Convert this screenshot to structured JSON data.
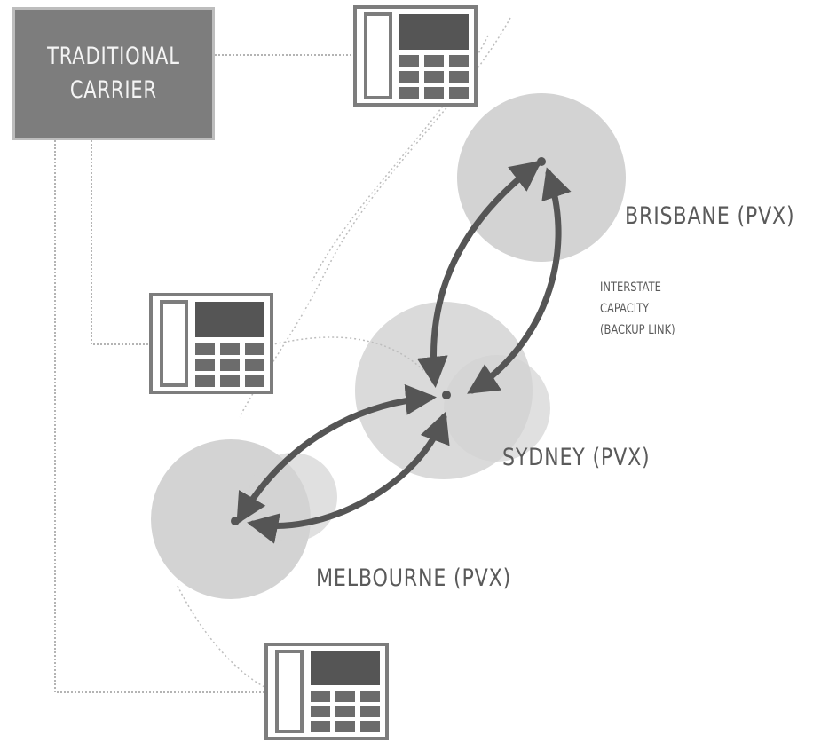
{
  "carrier": {
    "line1": "TRADITIONAL",
    "line2": "CARRIER"
  },
  "nodes": {
    "brisbane": "BRISBANE (PVX)",
    "sydney": "SYDNEY (PVX)",
    "melbourne": "MELBOURNE (PVX)"
  },
  "interstate_label": {
    "line1": "INTERSTATE",
    "line2": "CAPACITY",
    "line3": "(BACKUP LINK)"
  },
  "phones": [
    "phone-top",
    "phone-middle",
    "phone-bottom"
  ],
  "colors": {
    "carrier_fill": "#7d7d7d",
    "coverage_fill": "#d3d3d3",
    "link_stroke": "#555555",
    "text": "#5a5a5a"
  }
}
